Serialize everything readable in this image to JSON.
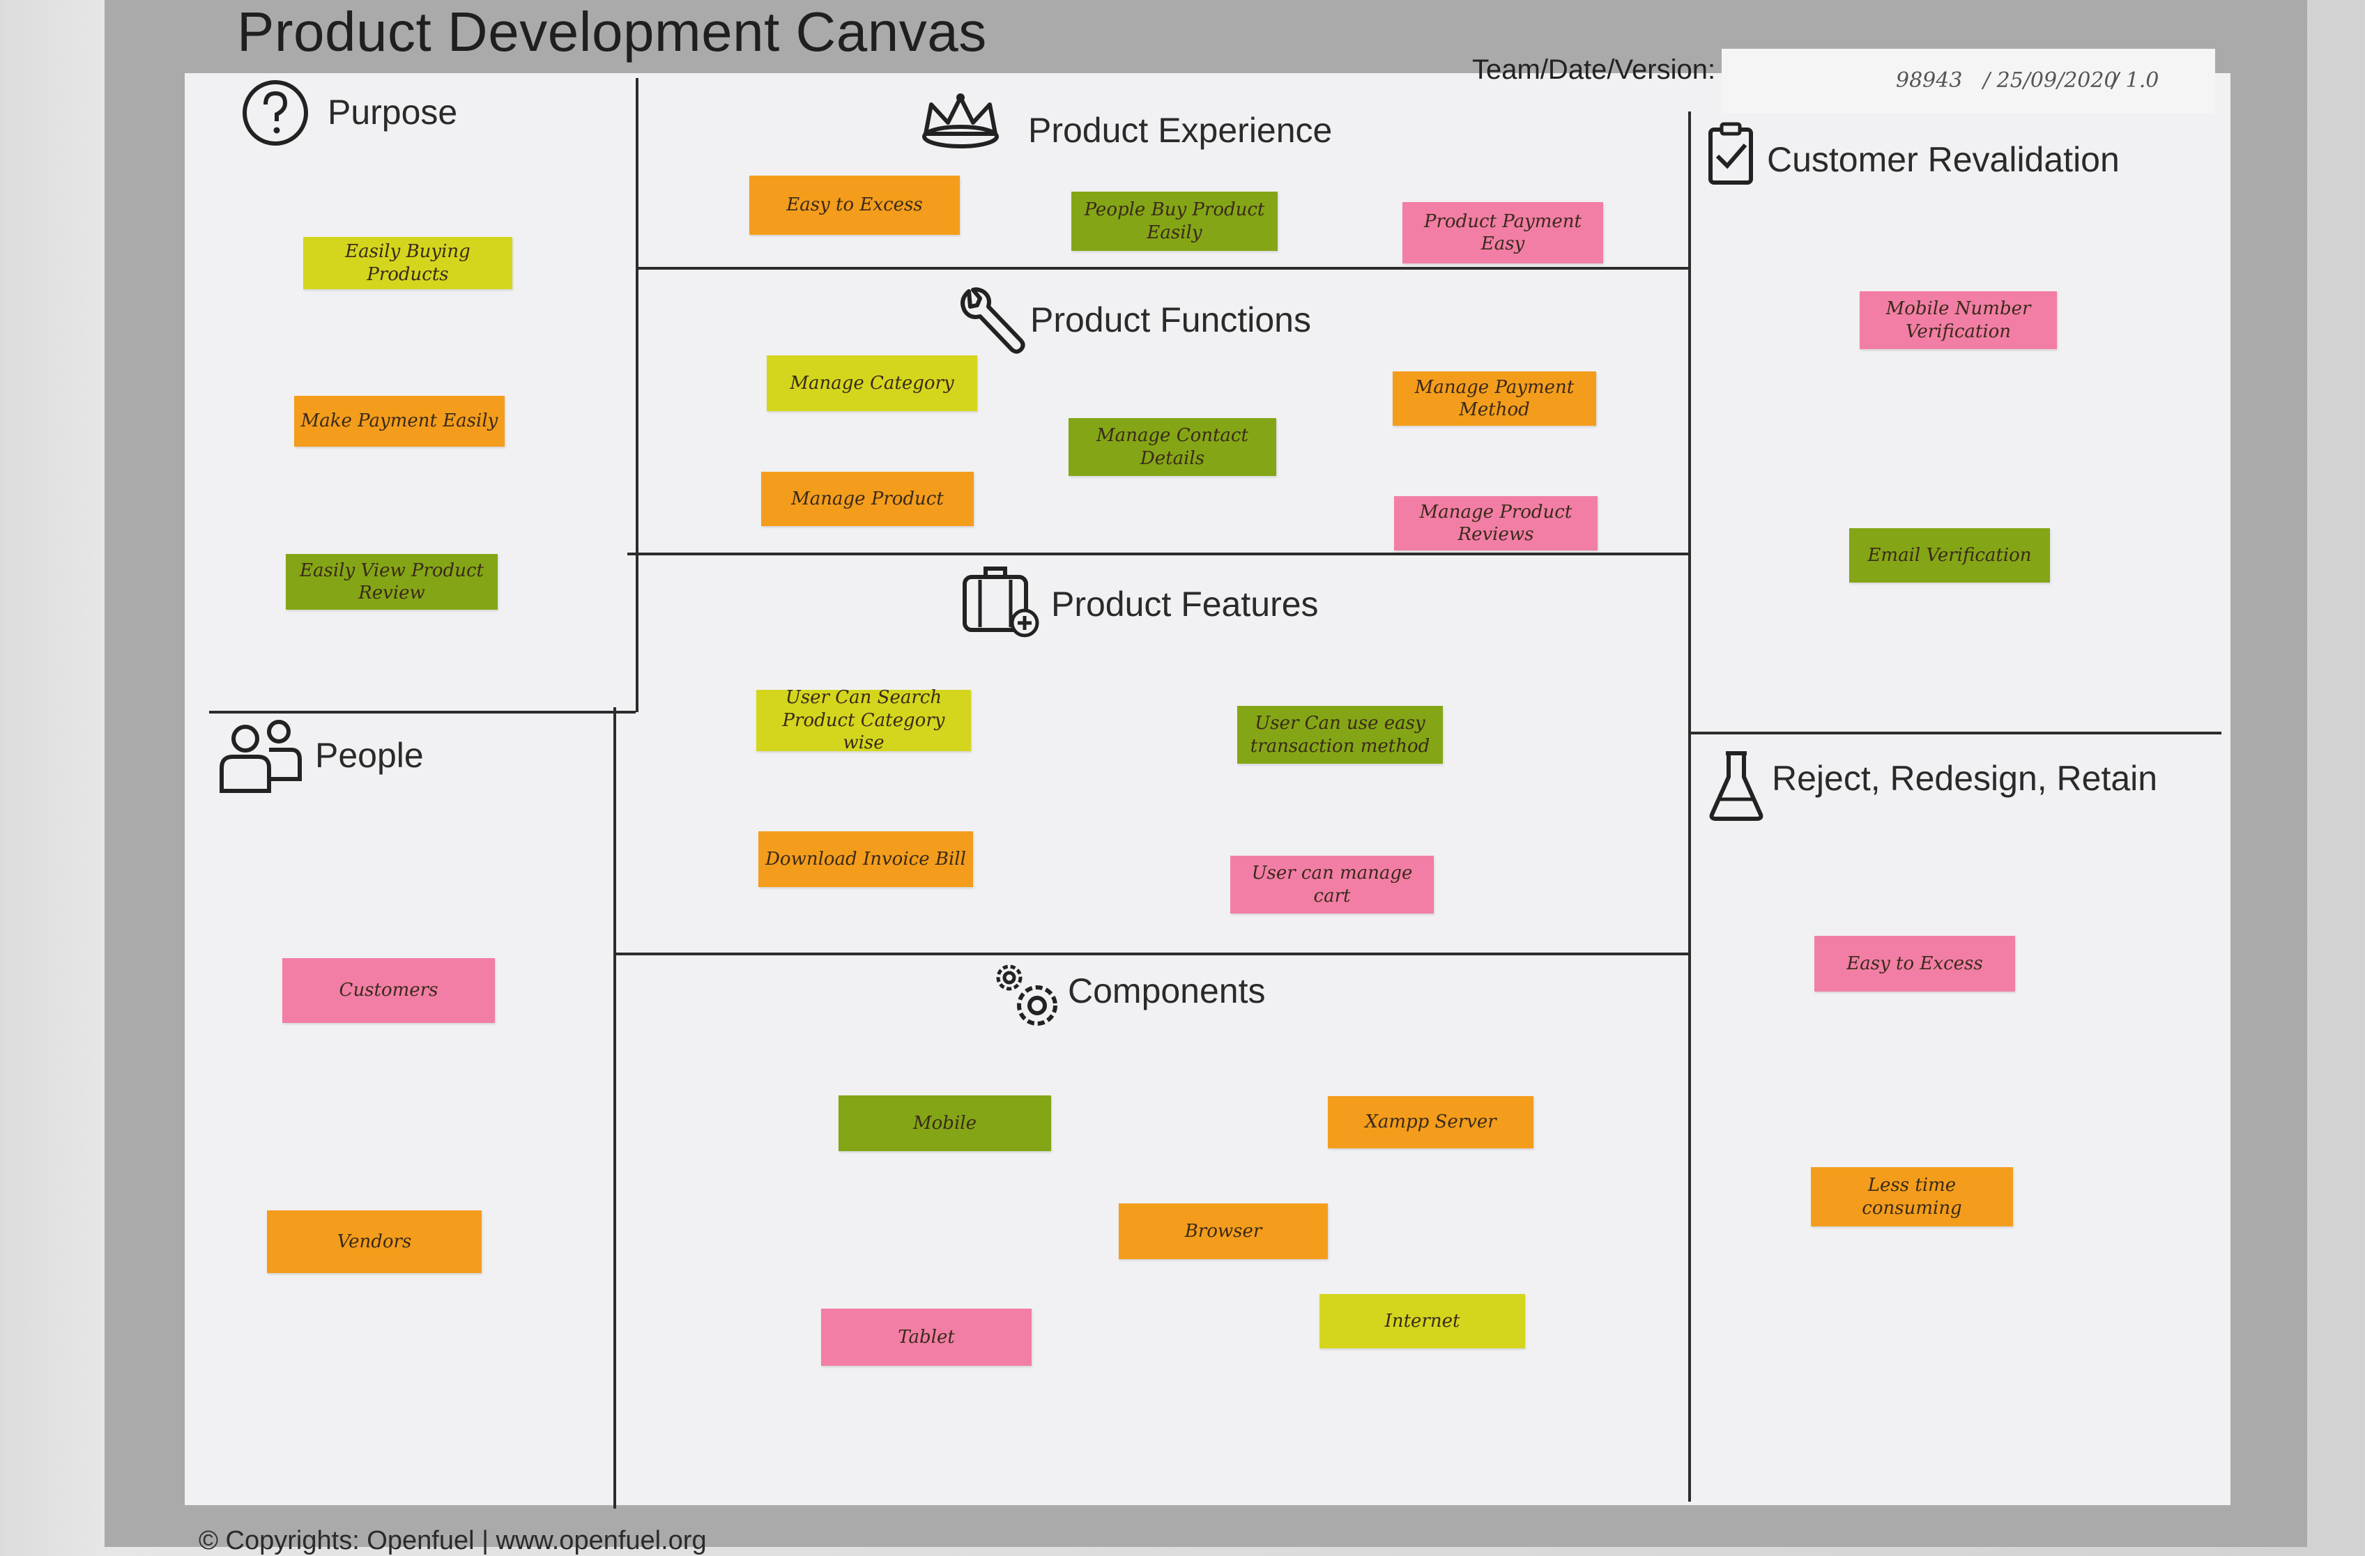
{
  "title": "Product Development Canvas",
  "meta": {
    "label": "Team/Date/Version:",
    "team": "98943",
    "date": "/ 25/09/2020",
    "version": "/ 1.0"
  },
  "sections": {
    "purpose": {
      "title": "Purpose",
      "icon": "question-circle-icon",
      "notes": [
        {
          "text": "Easily Buying Products",
          "color": "yellow"
        },
        {
          "text": "Make Payment Easily",
          "color": "orange"
        },
        {
          "text": "Easily View Product Review",
          "color": "green"
        }
      ]
    },
    "people": {
      "title": "People",
      "icon": "people-icon",
      "notes": [
        {
          "text": "Customers",
          "color": "pink"
        },
        {
          "text": "Vendors",
          "color": "orange"
        }
      ]
    },
    "product_experience": {
      "title": "Product Experience",
      "icon": "crown-icon",
      "notes": [
        {
          "text": "Easy to Excess",
          "color": "orange"
        },
        {
          "text": "People Buy Product Easily",
          "color": "green"
        },
        {
          "text": "Product Payment Easy",
          "color": "pink"
        }
      ]
    },
    "product_functions": {
      "title": "Product Functions",
      "icon": "wrench-icon",
      "notes": [
        {
          "text": "Manage Category",
          "color": "yellow"
        },
        {
          "text": "Manage Contact Details",
          "color": "green"
        },
        {
          "text": "Manage Payment Method",
          "color": "orange"
        },
        {
          "text": "Manage Product",
          "color": "orange"
        },
        {
          "text": "Manage Product Reviews",
          "color": "pink"
        }
      ]
    },
    "product_features": {
      "title": "Product Features",
      "icon": "luggage-plus-icon",
      "notes": [
        {
          "text": "User Can Search Product Category wise",
          "color": "yellow"
        },
        {
          "text": "User Can use easy transaction method",
          "color": "green"
        },
        {
          "text": "Download Invoice Bill",
          "color": "orange"
        },
        {
          "text": "User can manage cart",
          "color": "pink"
        }
      ]
    },
    "components": {
      "title": "Components",
      "icon": "gears-icon",
      "notes": [
        {
          "text": "Mobile",
          "color": "green"
        },
        {
          "text": "Xampp Server",
          "color": "orange"
        },
        {
          "text": "Browser",
          "color": "orange"
        },
        {
          "text": "Tablet",
          "color": "pink"
        },
        {
          "text": "Internet",
          "color": "yellow"
        }
      ]
    },
    "customer_revalidation": {
      "title": "Customer Revalidation",
      "icon": "clipboard-check-icon",
      "notes": [
        {
          "text": "Mobile Number Verification",
          "color": "pink"
        },
        {
          "text": "Email Verification",
          "color": "green"
        }
      ]
    },
    "reject_redesign_retain": {
      "title": "Reject, Redesign, Retain",
      "icon": "flask-icon",
      "notes": [
        {
          "text": "Easy to Excess",
          "color": "pink"
        },
        {
          "text": "Less time consuming",
          "color": "orange"
        }
      ]
    }
  },
  "footer": "© Copyrights: Openfuel | www.openfuel.org"
}
